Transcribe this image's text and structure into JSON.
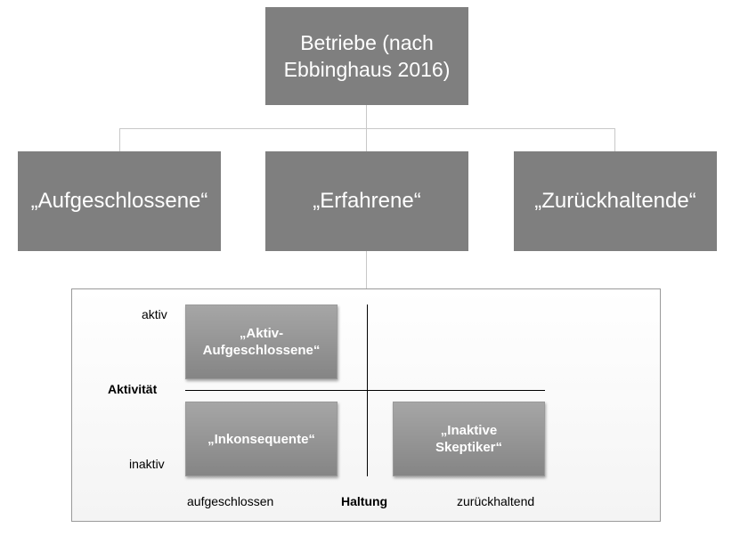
{
  "root": {
    "line1": "Betriebe (nach",
    "line2": "Ebbinghaus 2016)"
  },
  "categories": [
    {
      "label": "„Aufgeschlossene“"
    },
    {
      "label": "„Erfahrene“"
    },
    {
      "label": "„Zurückhaltende“"
    }
  ],
  "matrix": {
    "y_axis_label": "Aktivität",
    "y_top": "aktiv",
    "y_bottom": "inaktiv",
    "x_axis_label": "Haltung",
    "x_left": "aufgeschlossen",
    "x_right": "zurückhaltend",
    "cells": {
      "top_left": {
        "line1": "„Aktiv-",
        "line2": "Aufgeschlossene“"
      },
      "bottom_left": {
        "line1": "„Inkonsequente“"
      },
      "bottom_right": {
        "line1": "„Inaktive",
        "line2": "Skeptiker“"
      }
    }
  },
  "colors": {
    "node_fill": "#7f7f7f",
    "connector": "#c8c8c8",
    "text_on_node": "#ffffff"
  }
}
